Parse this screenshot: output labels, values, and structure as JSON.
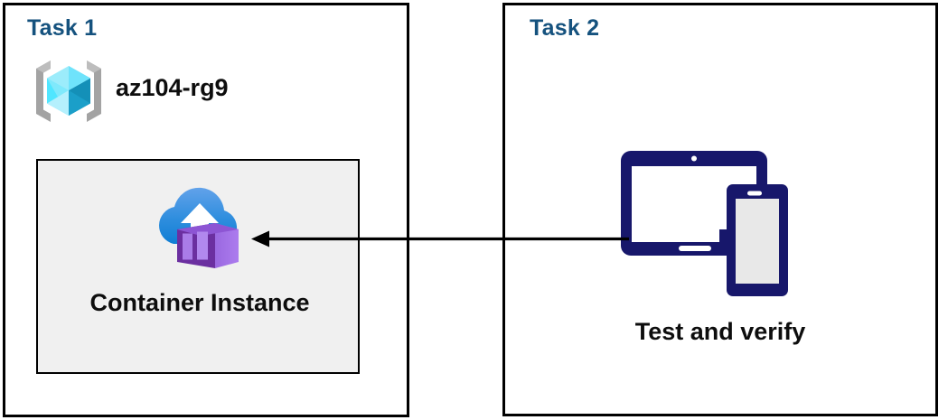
{
  "diagram": {
    "title": "Azure Container Instance task diagram",
    "colors": {
      "panel_border": "#000000",
      "task_title": "#15527e",
      "box_fill": "#f0f0f0",
      "cube_light": "#9cecfb",
      "cube_mid": "#50e6ff",
      "cube_dark": "#1490b8",
      "bracket_gray": "#a3a3a3",
      "cloud_top": "#5ea0e8",
      "cloud_bottom": "#1283d6",
      "container_fill": "#a173e6",
      "container_dark": "#6b2fa0",
      "device_navy": "#17176b",
      "phone_screen": "#e8e8e8",
      "arrow": "#000000",
      "label_text": "#0d0d0d"
    },
    "panels": [
      {
        "id": "task-1",
        "title": "Task 1",
        "resource_group": {
          "icon": "azure-resource-group-icon",
          "label": "az104-rg9"
        },
        "resource_box": {
          "icon": "azure-container-instance-icon",
          "label": "Container Instance"
        }
      },
      {
        "id": "task-2",
        "title": "Task 2",
        "device": {
          "icon": "tablet-and-phone-icon",
          "label": "Test and verify"
        }
      }
    ],
    "connector": {
      "name": "arrow-task2-to-container-instance",
      "direction": "right-to-left",
      "label": ""
    }
  }
}
